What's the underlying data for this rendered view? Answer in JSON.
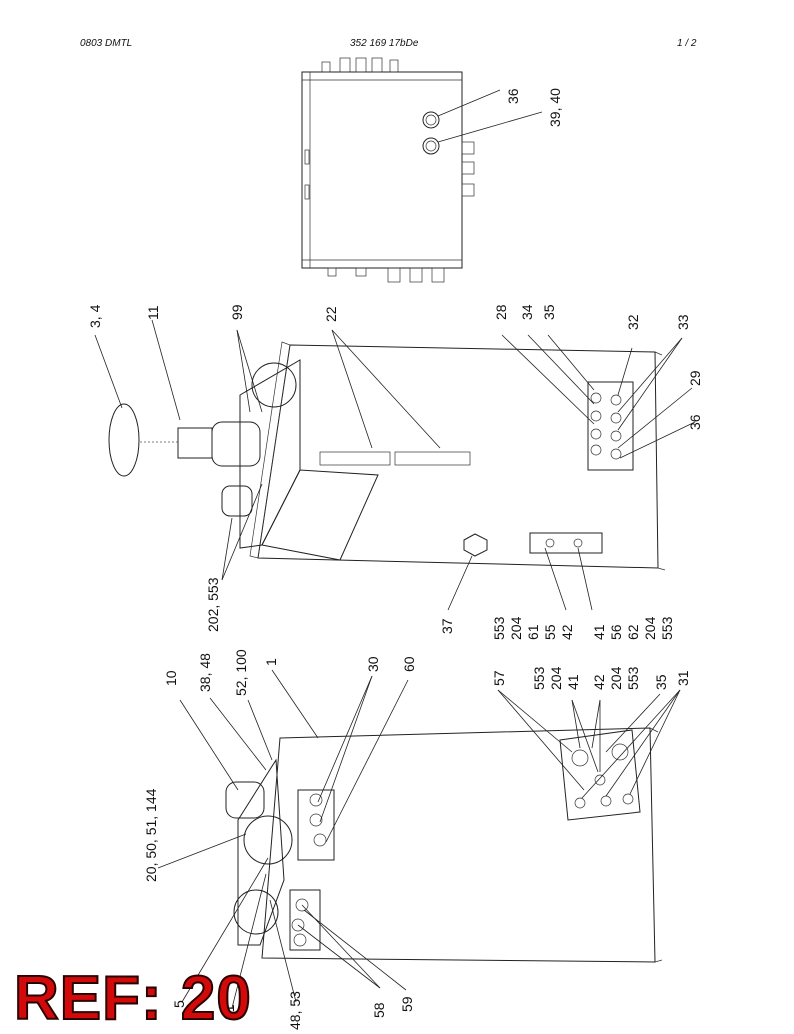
{
  "header": {
    "left": "0803 DMTL",
    "center": "352 169 17bDe",
    "right": "1 /   2"
  },
  "ref_label": "REF: 20",
  "callouts": {
    "c36_top": "36",
    "c39_40": "39, 40",
    "c3_4": "3, 4",
    "c11": "11",
    "c99": "99",
    "c22": "22",
    "c28": "28",
    "c34": "34",
    "c35_mid": "35",
    "c32": "32",
    "c33": "33",
    "c29": "29",
    "c36_mid": "36",
    "c202_553": "202, 553",
    "c37": "37",
    "stack42": [
      "553",
      "204",
      "61",
      "55",
      "42"
    ],
    "stack41": [
      "41",
      "56",
      "62",
      "204",
      "553"
    ],
    "c10": "10",
    "c38_48": "38, 48",
    "c52_100": "52, 100",
    "c1": "1",
    "c30": "30",
    "c60": "60",
    "c57": "57",
    "stack41b": [
      "553",
      "204",
      "41"
    ],
    "stack42b": [
      "42",
      "204",
      "553"
    ],
    "c35_bot": "35",
    "c31": "31",
    "c20_50": "20, 50, 51, 144",
    "c5": "5",
    "c21": "21",
    "c48_53": "48, 53",
    "c58": "58",
    "c59": "59"
  }
}
